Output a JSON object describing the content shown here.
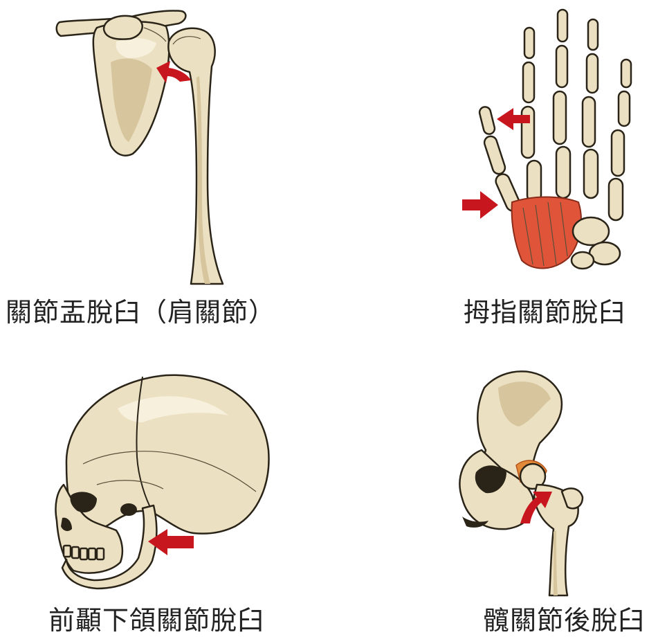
{
  "panels": {
    "shoulder": {
      "caption": "關節盂脫臼（肩關節）"
    },
    "thumb": {
      "caption": "拇指關節脫臼"
    },
    "jaw": {
      "caption": "前顳下頜關節脫臼"
    },
    "hip": {
      "caption": "髖關節後脫臼"
    }
  },
  "colors": {
    "bone": "#ece0c2",
    "outline": "#2a2418",
    "arrow": "#c8161e",
    "muscle": "#e0553a"
  }
}
